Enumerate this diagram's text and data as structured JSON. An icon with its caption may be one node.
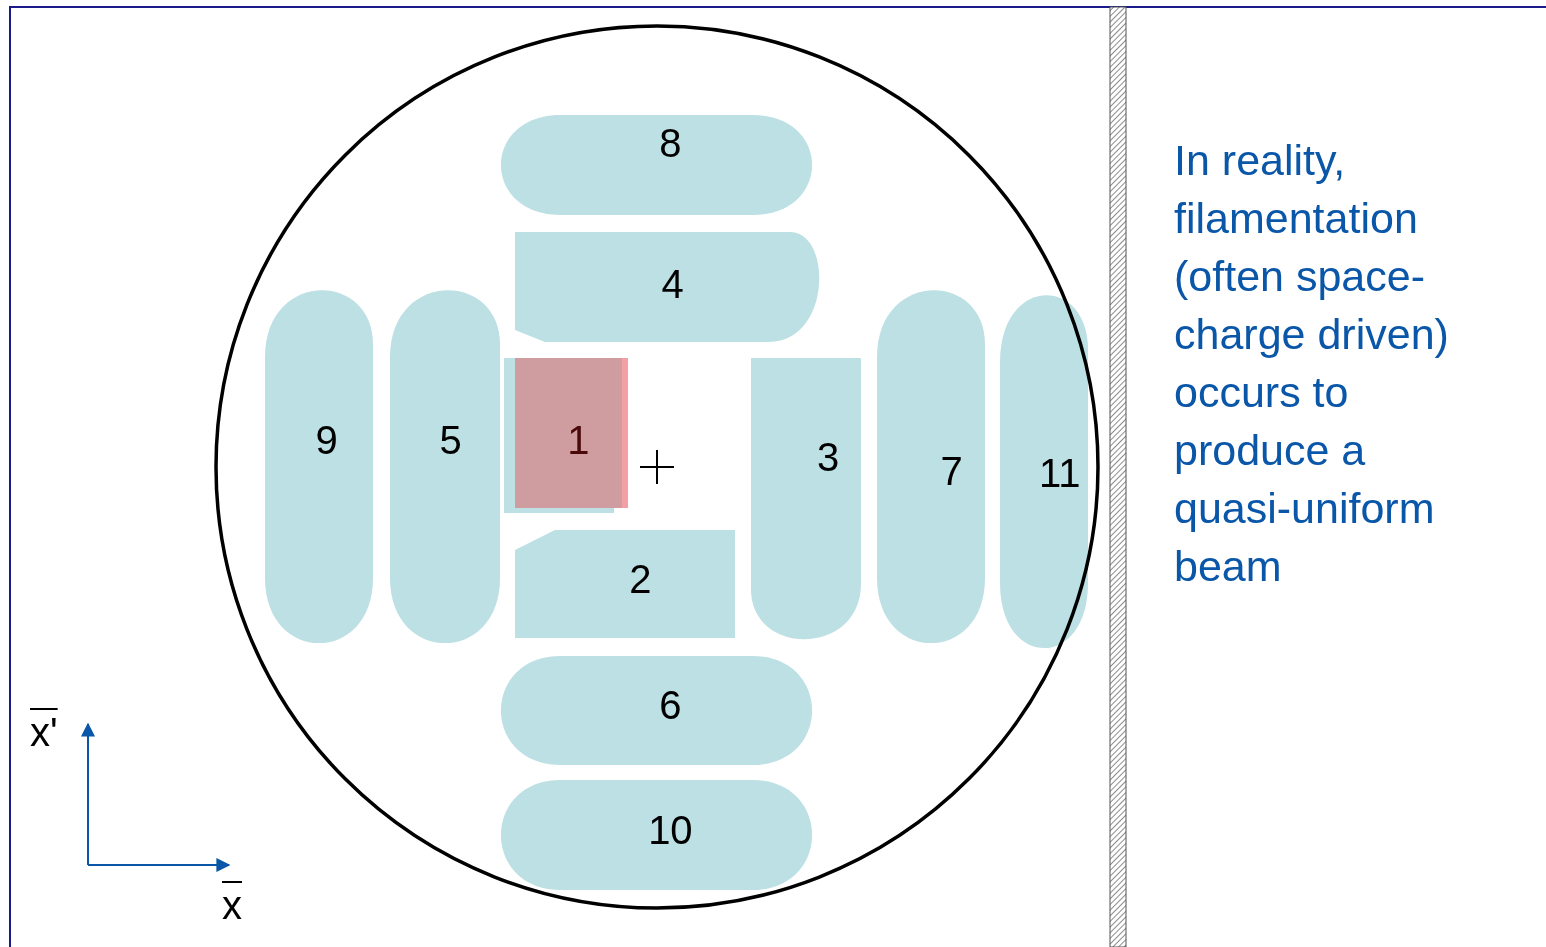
{
  "diagram": {
    "nodes": [
      {
        "text": [
          "8"
        ]
      },
      {
        "text": [
          "4"
        ]
      },
      {
        "text": [
          "9"
        ]
      },
      {
        "text": [
          "5"
        ]
      },
      {
        "text": [
          "1"
        ]
      },
      {
        "text": [
          "3"
        ]
      },
      {
        "text": [
          "7"
        ]
      },
      {
        "text": [
          "11"
        ]
      },
      {
        "text": [
          "2"
        ]
      },
      {
        "text": [
          "6"
        ]
      },
      {
        "text": [
          "10"
        ]
      }
    ],
    "labels": [
      "x'",
      "x",
      "In reality, filamentation (often space-charge driven) occurs to produce a quasi-uniform beam"
    ]
  }
}
